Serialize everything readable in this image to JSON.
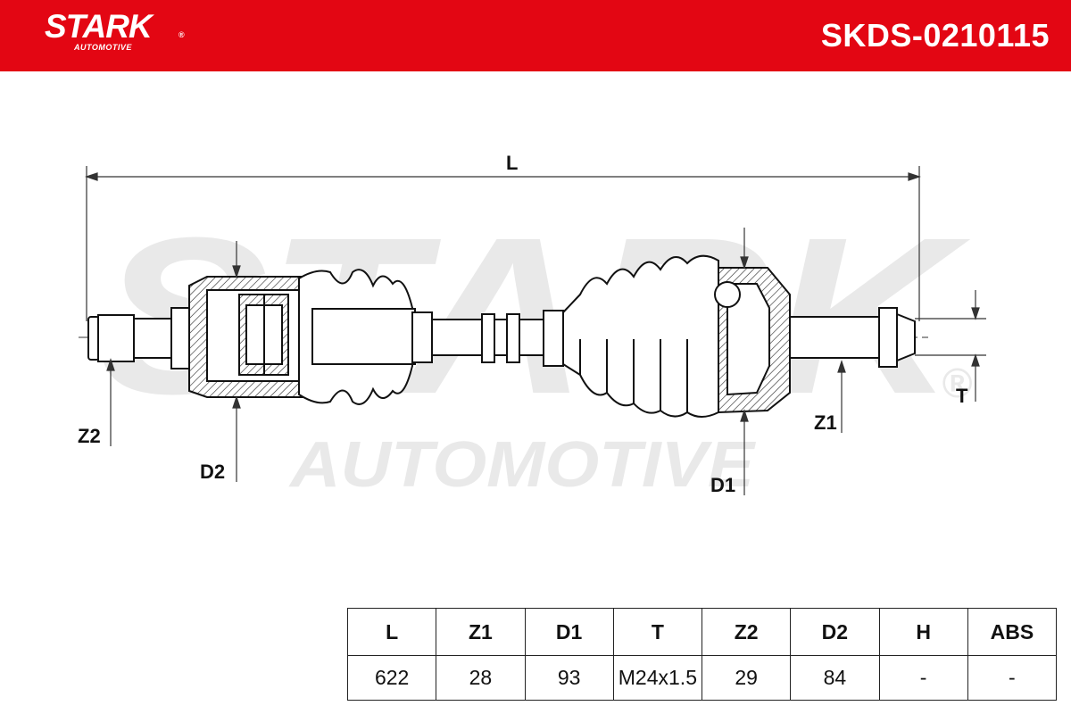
{
  "header": {
    "brand": "STARK",
    "brand_sub": "AUTOMOTIVE",
    "registered_mark": "®",
    "part_number": "SKDS-0210115",
    "bg_color": "#e30613"
  },
  "watermark": {
    "main": "STARK",
    "sub": "AUTOMOTIVE",
    "registered_mark": "®"
  },
  "drawing": {
    "labels": {
      "L": "L",
      "Z2": "Z2",
      "D2": "D2",
      "D1": "D1",
      "Z1": "Z1",
      "T": "T"
    }
  },
  "specs": {
    "headers": [
      "L",
      "Z1",
      "D1",
      "T",
      "Z2",
      "D2",
      "H",
      "ABS"
    ],
    "values": [
      "622",
      "28",
      "93",
      "M24x1.5",
      "29",
      "84",
      "-",
      "-"
    ]
  }
}
